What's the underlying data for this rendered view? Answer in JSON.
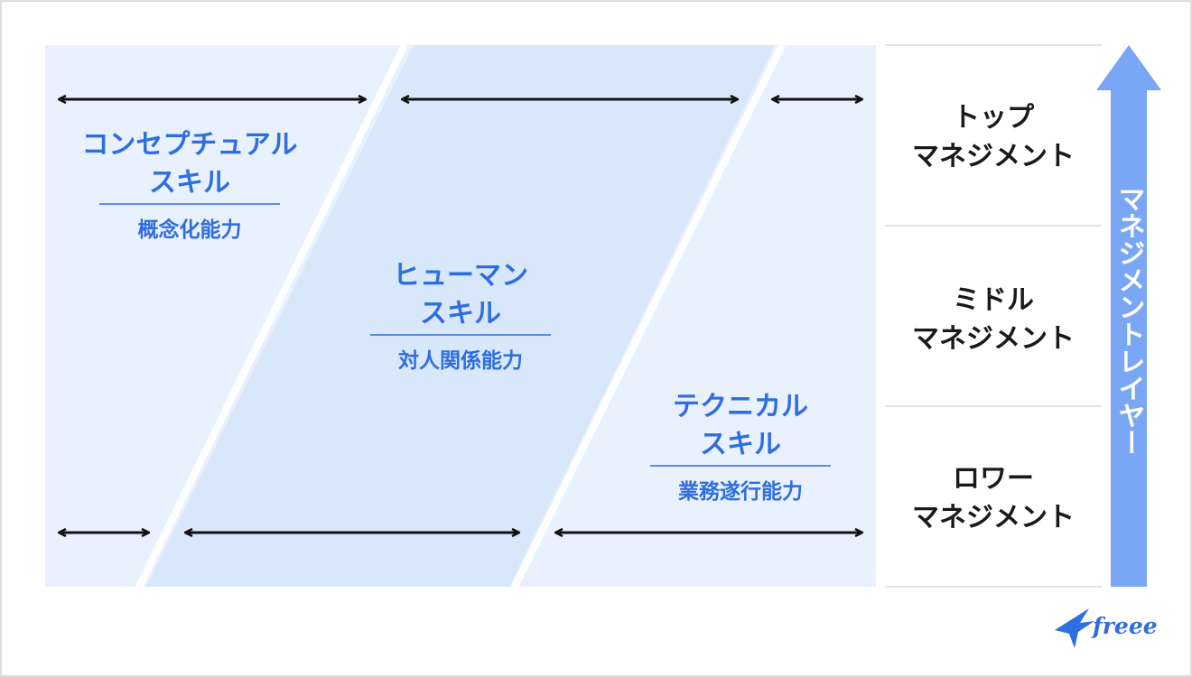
{
  "skills": {
    "conceptual": {
      "title_line1": "コンセプチュアル",
      "title_line2": "スキル",
      "subtitle": "概念化能力"
    },
    "human": {
      "title_line1": "ヒューマン",
      "title_line2": "スキル",
      "subtitle": "対人関係能力"
    },
    "technical": {
      "title_line1": "テクニカル",
      "title_line2": "スキル",
      "subtitle": "業務遂行能力"
    }
  },
  "layers": {
    "top": {
      "line1": "トップ",
      "line2": "マネジメント"
    },
    "middle": {
      "line1": "ミドル",
      "line2": "マネジメント"
    },
    "lower": {
      "line1": "ロワー",
      "line2": "マネジメント"
    }
  },
  "axis_label": "マネジメントレイヤー",
  "logo": {
    "text": "freee"
  },
  "colors": {
    "zone_light": "#e8f1fd",
    "zone_mid": "#d9e7fb",
    "accent_text": "#2f6ee0",
    "arrow_axis": "#7aa7f5",
    "dark_text": "#1a1a1a"
  }
}
